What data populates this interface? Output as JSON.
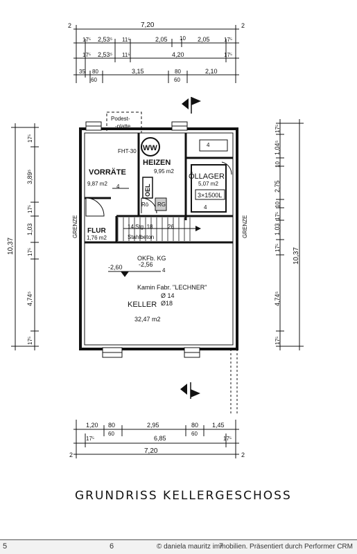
{
  "title": "GRUNDRISS KELLERGESCHOSS",
  "footer": {
    "ruler_numbers": [
      "5",
      "6",
      "7"
    ],
    "credit": "© daniela mauritz immobilien. Präsentiert durch Performer CRM"
  },
  "dimensions": {
    "top_total": "7,20",
    "top_corner_left": "2",
    "top_corner_right": "2",
    "top_row1": [
      "17⁵",
      "2,53⁵",
      "11⁵",
      "2,05",
      "10",
      "2,05",
      "17⁵"
    ],
    "top_row2": [
      "17⁵",
      "2,53⁵",
      "11⁵",
      "4,20",
      "17⁵"
    ],
    "top_row3": [
      "35",
      "80",
      "3,15",
      "80",
      "2,10"
    ],
    "top_row3b": [
      "60",
      "60"
    ],
    "bottom_row1": [
      "1,20",
      "80",
      "2,95",
      "80",
      "1,45"
    ],
    "bottom_row1b": [
      "60",
      "60"
    ],
    "bottom_row2": [
      "17⁵",
      "6,85",
      "17⁵"
    ],
    "bottom_total": "7,20",
    "bottom_corner_left": "2",
    "bottom_corner_right": "2",
    "left_total": "10,37",
    "left_segments": [
      "17⁵",
      "3,89⁵",
      "17⁵",
      "1,03",
      "17⁵",
      "4,74⁵",
      "17⁵"
    ],
    "right_total": "10,37",
    "right_segments": [
      "17⁵",
      "1,04⁵",
      "10",
      "2,75",
      "10",
      "17⁵",
      "1,03",
      "17⁵",
      "4,74⁵",
      "17⁵"
    ]
  },
  "labels": {
    "podest": "Podest-",
    "platte": "-platte",
    "fht": "FHT-30",
    "ww": "WW",
    "heizen": "HEIZEN",
    "heizen_area": "9,95 m2",
    "vorraete": "VORRÄTE",
    "vorraete_area": "9,87 m2",
    "vorraete_door": "4",
    "oellager": "ÖLLAGER",
    "oellager_area": "5,07 m2",
    "tank": "3×1500L",
    "oellager_door": "4",
    "heizen_door": "4",
    "oel": "OEL",
    "roh": "Rö",
    "roh2": "RG",
    "stairs": "14 Stg. 18",
    "stairs_size": "26",
    "stairs_material": "Stahlbeton",
    "flur": "FLUR",
    "flur_area": "1,76 m2",
    "grenze_left": "GRENZE",
    "grenze_right": "GRENZE",
    "okfb": "OKFb. KG",
    "level1": "-2,60",
    "level2": "-2,56",
    "level_door": "4",
    "kamin": "Kamin Fabr. \"LECHNER\"",
    "kamin_d1": "Ø 14",
    "kamin_d2": "Ø18",
    "keller": "KELLER",
    "keller_area": "32,47 m2"
  }
}
